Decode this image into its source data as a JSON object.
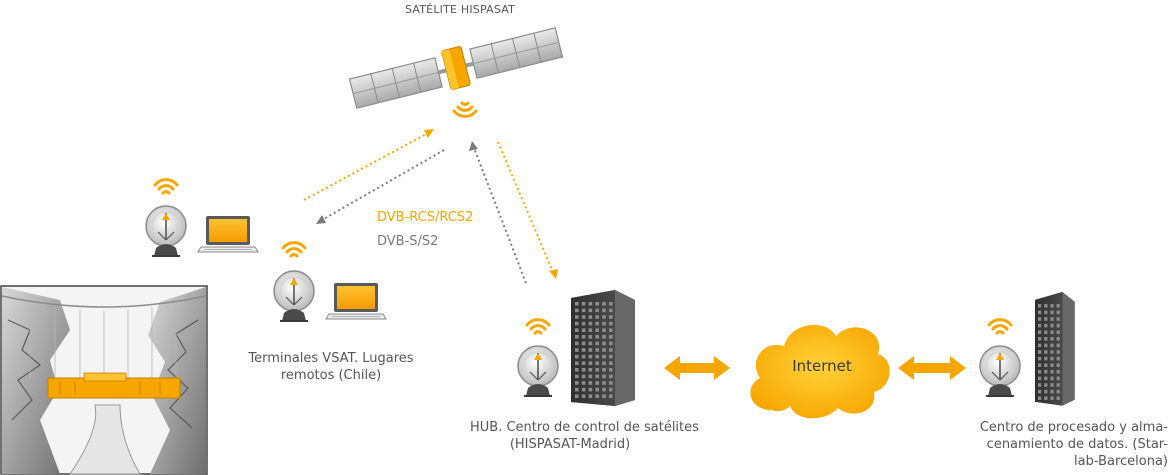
{
  "satellite": {
    "label": "SATÉLITE HISPASAT"
  },
  "protocols": {
    "uplink": "DVB-RCS/RCS2",
    "downlink": "DVB-S/S2"
  },
  "terminals": {
    "label_line1": "Terminales VSAT. Lugares",
    "label_line2": "remotos (Chile)"
  },
  "hub": {
    "label_line1": "HUB. Centro de control de satélites",
    "label_line2": "(HISPASAT-Madrid)"
  },
  "cloud": {
    "label": "Internet"
  },
  "datacenter": {
    "label_line1": "Centro de procesado y alma-",
    "label_line2": "cenamiento de datos. (Star-",
    "label_line3": "lab-Barcelona)"
  },
  "colors": {
    "accent": "#f7a600",
    "accent_light": "#ffd23a",
    "gray_arrow": "#7a7a7a",
    "building": "#3c3c3c",
    "text": "#555555"
  }
}
